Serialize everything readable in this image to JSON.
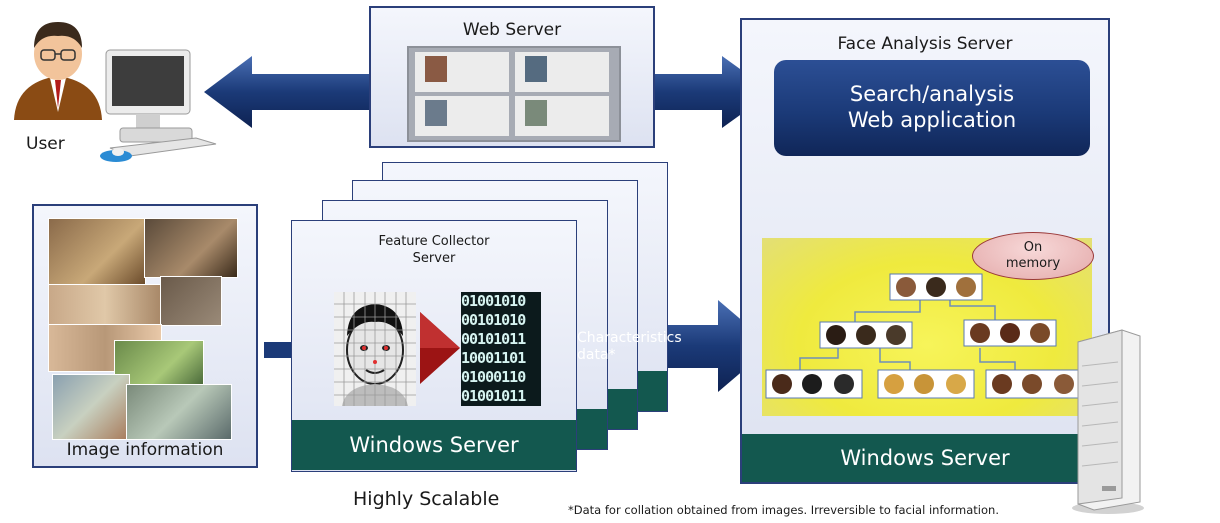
{
  "user": {
    "label": "User"
  },
  "web_server": {
    "title": "Web Server"
  },
  "face_analysis": {
    "title": "Face Analysis Server",
    "app_line1": "Search/analysis",
    "app_line2": "Web application",
    "on_memory_line1": "On",
    "on_memory_line2": "memory",
    "footer": "Windows Server"
  },
  "feature_collector": {
    "title_line1": "Feature Collector",
    "title_line2": "Server",
    "footer": "Windows Server",
    "binary_lines": [
      "01001010",
      "00101010",
      "00101011",
      "10001101",
      "01000110",
      "01001011"
    ]
  },
  "image_info": {
    "label": "Image information"
  },
  "characteristics": {
    "line1": "Characteristics",
    "line2": "data*"
  },
  "scalable": {
    "label": "Highly Scalable"
  },
  "footnote": "*Data for collation obtained from images. Irreversible to facial information.",
  "colors": {
    "navy": "#1b3a78",
    "teal": "#13584f",
    "maroon": "#8a1414",
    "yellow": "#f3f04a"
  }
}
